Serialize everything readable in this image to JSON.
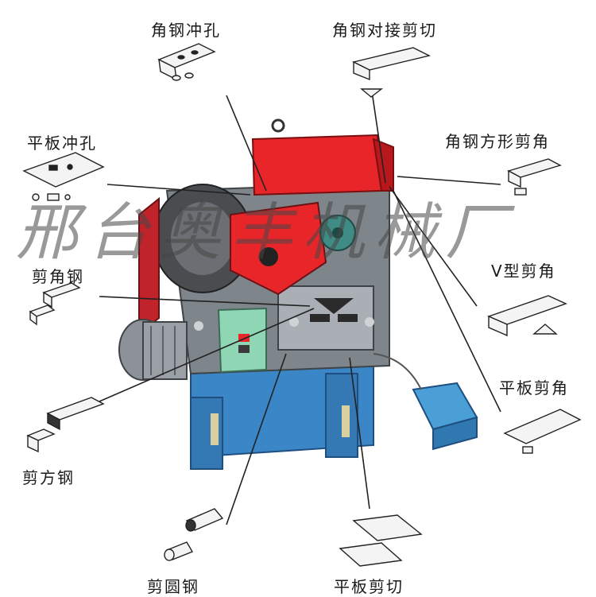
{
  "labels": {
    "angle_punch": "角钢冲孔",
    "angle_butt_shear": "角钢对接剪切",
    "plate_punch": "平板冲孔",
    "angle_square_notch": "角钢方形剪角",
    "cut_angle": "剪角钢",
    "v_notch": "V型剪角",
    "plate_notch": "平板剪角",
    "cut_square": "剪方钢",
    "cut_round": "剪圆钢",
    "plate_cut": "平板剪切"
  },
  "watermark": "邢台奥丰机械厂",
  "colors": {
    "machine_red": "#e8262a",
    "machine_blue": "#2e77b8",
    "machine_gray": "#7d8388",
    "panel_green": "#8fd6b4",
    "motor_gray": "#9aa0a6"
  }
}
